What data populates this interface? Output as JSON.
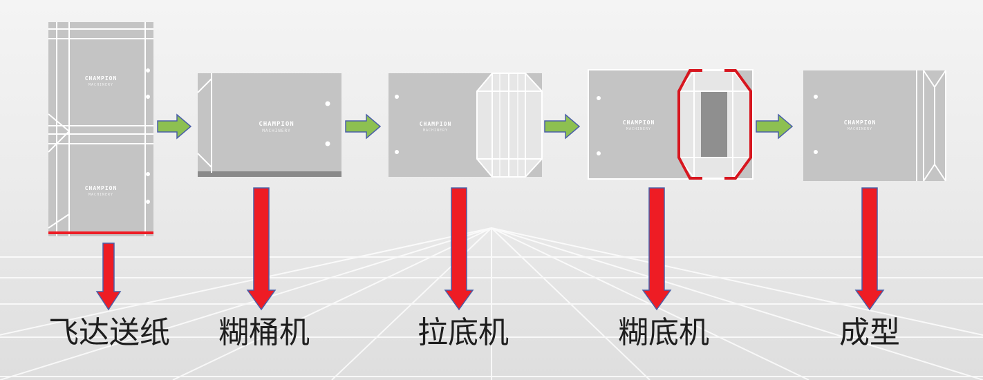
{
  "diagram": {
    "logo": {
      "line1": "CHAMPION",
      "line2": "MACHINERY"
    },
    "steps": [
      {
        "label": "飞达送纸"
      },
      {
        "label": "糊桶机"
      },
      {
        "label": "拉底机"
      },
      {
        "label": "糊底机"
      },
      {
        "label": "成型"
      }
    ]
  },
  "colors": {
    "bag_gray": "#c4c4c4",
    "fold_gray": "#e6e6e6",
    "panel_dark": "#8f8f8f",
    "red_arrow": "#ee1c24",
    "green_arrow": "#8dc051",
    "outline_blue": "#4a5fa8"
  }
}
